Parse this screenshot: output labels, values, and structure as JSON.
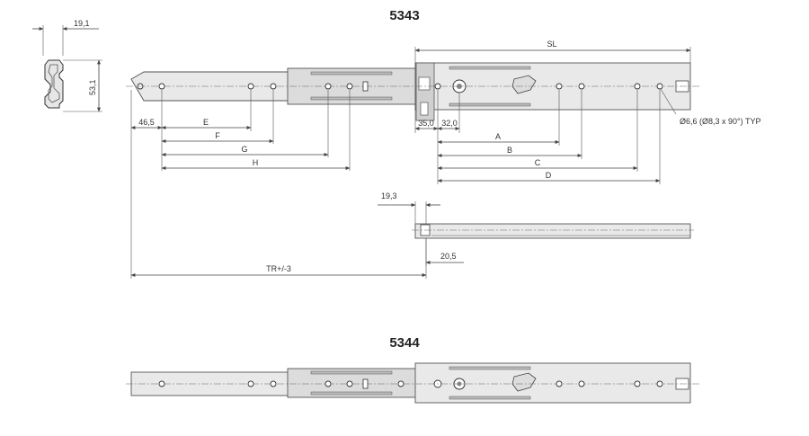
{
  "titles": {
    "top_model": "5343",
    "bottom_model": "5344"
  },
  "profile_dims": {
    "width": "19,1",
    "height": "53,1"
  },
  "dims": {
    "sl": "SL",
    "offset_left": "46,5",
    "e": "E",
    "f": "F",
    "g": "G",
    "h": "H",
    "a": "A",
    "b": "B",
    "c": "C",
    "d": "D",
    "d35": "35,0",
    "d32": "32,0",
    "hole_note": "Ø6,6 (Ø8,3 x 90°) TYP",
    "d19_3": "19,3",
    "d20_5": "20,5",
    "tr": "TR+/-3"
  }
}
